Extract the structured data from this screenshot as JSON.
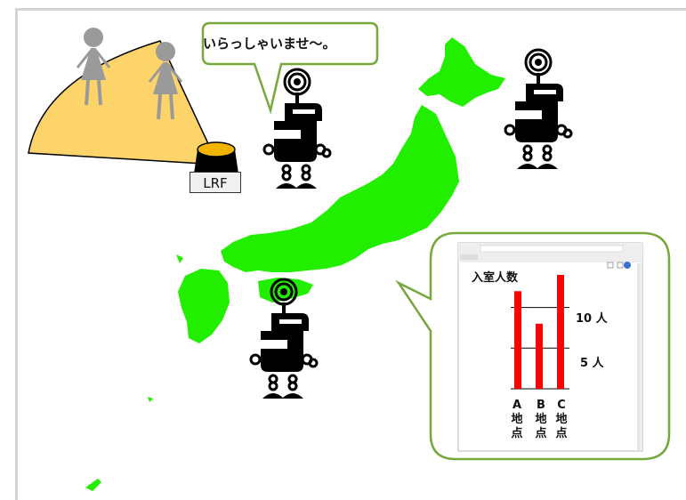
{
  "speech": {
    "greeting": "いらっしゃいませ～。"
  },
  "sensor": {
    "label": "LRF"
  },
  "colors": {
    "japan": "#22ee00",
    "sector": "#fcd46a",
    "bubble_border": "#77a83c",
    "person": "#9a9a9a",
    "robot": "#000000",
    "bar": "#ff0000",
    "sensor_top": "#f2b400"
  },
  "icons": [
    "person-icon",
    "robot-icon",
    "laser-range-finder-icon",
    "japan-map",
    "browser-window"
  ],
  "chart_data": {
    "type": "bar",
    "title": "入室人数",
    "categories": [
      "A地点",
      "B地点",
      "C地点"
    ],
    "values": [
      12,
      8,
      14
    ],
    "ylim": [
      0,
      14
    ],
    "yticks": [
      {
        "value": 10,
        "label": "10 人"
      },
      {
        "value": 5,
        "label": "5 人"
      }
    ],
    "grid": true
  }
}
